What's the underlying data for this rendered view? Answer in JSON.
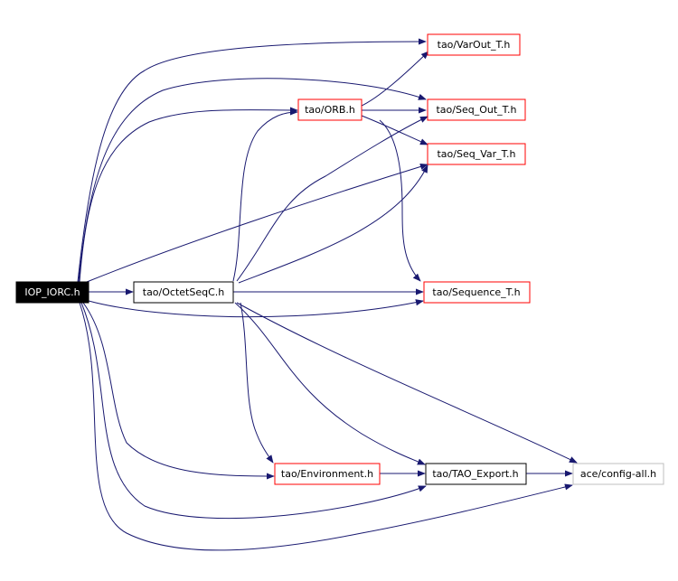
{
  "colors": {
    "edge": "#191970",
    "root_fill": "#000000",
    "root_text": "#ffffff",
    "red_border": "#ff0000",
    "black_border": "#000000",
    "grey_border": "#bfbfbf",
    "node_fill": "#ffffff"
  },
  "nodes": {
    "iop_iorc": {
      "label": "IOP_IORC.h"
    },
    "octetseqc": {
      "label": "tao/OctetSeqC.h"
    },
    "orb": {
      "label": "tao/ORB.h"
    },
    "varout_t": {
      "label": "tao/VarOut_T.h"
    },
    "seq_out_t": {
      "label": "tao/Seq_Out_T.h"
    },
    "seq_var_t": {
      "label": "tao/Seq_Var_T.h"
    },
    "sequence_t": {
      "label": "tao/Sequence_T.h"
    },
    "environment": {
      "label": "tao/Environment.h"
    },
    "tao_export": {
      "label": "tao/TAO_Export.h"
    },
    "config_all": {
      "label": "ace/config-all.h"
    }
  }
}
